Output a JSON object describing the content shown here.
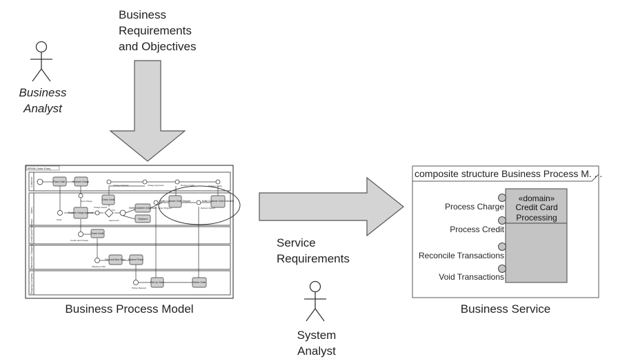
{
  "inputs": {
    "requirements_label": [
      "Business",
      "Requirements",
      "and Objectives"
    ],
    "service_requirements_label": [
      "Service",
      "Requirements"
    ]
  },
  "actors": {
    "business_analyst": [
      "Business",
      "Analyst"
    ],
    "system_analyst": [
      "System",
      "Analyst"
    ]
  },
  "bpm": {
    "caption": "Business Process Model",
    "frame_title": "BPMN Order Entry",
    "lanes": [
      "Customer",
      "Sales",
      "Credit Card Processor",
      "Warehouse / Shipping",
      "Shipping Company"
    ],
    "tasks": [
      "Place Order",
      "Received Charge",
      "Receive Charge Approval",
      "Notify Customer of Approval",
      "Notify Customer Order Shipped",
      "Notify Customer Order Delivered",
      "Shipment",
      "Check Credit",
      "Pack and Ship Order",
      "Receive Pickup",
      "Pick Up Order",
      "Deliver Order"
    ],
    "events": [
      "Order",
      "New Charge",
      "Charge Declined",
      "Charge Approved",
      "Receive Credit",
      "Delivery Notice",
      "Charge Result",
      "Approved?",
      "Yes",
      "Order Shipped",
      "Delivery Report",
      "Credit Card Charge",
      "Shipping Order",
      "Pickup Request"
    ]
  },
  "service": {
    "caption": "Business Service",
    "frame_title": "composite structure Business Process M. . .",
    "component_stereotype": "«domain»",
    "component_name": [
      "Credit Card",
      "Processing"
    ],
    "ports": [
      "Process Charge",
      "Process Credit",
      "Reconcile Transactions",
      "Void Transactions"
    ]
  },
  "colors": {
    "arrow_fill": "#d4d4d4",
    "arrow_stroke": "#555555",
    "component_fill": "#c4c4c4",
    "task_fill": "#cfcfcf",
    "line": "#333333"
  }
}
